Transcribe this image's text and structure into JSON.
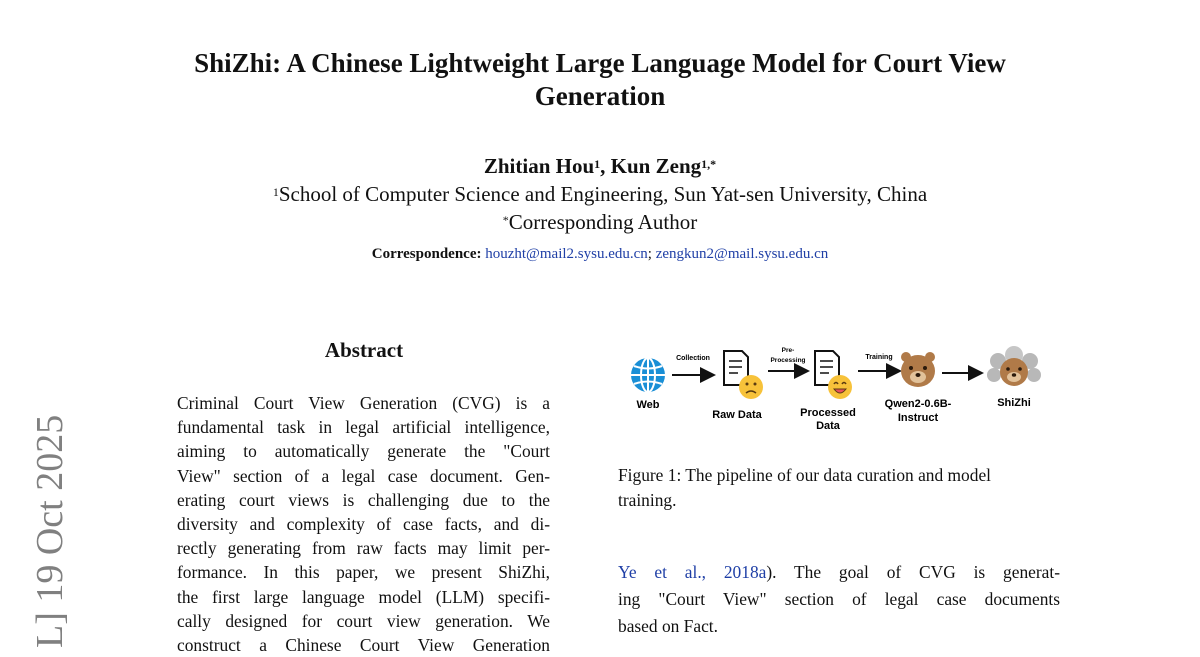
{
  "paper": {
    "title_line1": "ShiZhi: A Chinese Lightweight Large Language Model for Court View",
    "title_line2": "Generation",
    "authors": [
      {
        "name": "Zhitian Hou",
        "sup": "1"
      },
      {
        "name": "Kun Zeng",
        "sup": "1,*"
      }
    ],
    "author_separator": ", ",
    "affiliation": {
      "sup": "1",
      "text": "School of Computer Science and Engineering, Sun Yat-sen University, China"
    },
    "corresponding": {
      "sup": "*",
      "text": "Corresponding Author"
    },
    "correspondence": {
      "label": "Correspondence:",
      "email1": "houzht@mail2.sysu.edu.cn",
      "separator": ";",
      "email2": "zengkun2@mail.sysu.edu.cn"
    },
    "arxiv_stamp": "L]  19 Oct 2025"
  },
  "abstract": {
    "heading": "Abstract",
    "lines": [
      "Criminal Court View Generation (CVG) is a",
      "fundamental task in legal artificial intelligence,",
      "aiming to automatically generate the \"Court",
      "View\" section of a legal case document. Gen-",
      "erating court views is challenging due to the",
      "diversity and complexity of case facts, and di-",
      "rectly generating from raw facts may limit per-",
      "formance. In this paper, we present ShiZhi,",
      "the first large language model (LLM) specifi-",
      "cally designed for court view generation. We",
      "construct a Chinese Court View Generation"
    ]
  },
  "figure": {
    "nodes": [
      {
        "label": "Web"
      },
      {
        "label": "Raw Data"
      },
      {
        "label_line1": "Processed",
        "label_line2": "Data"
      },
      {
        "label_line1": "Qwen2-0.6B-",
        "label_line2": "Instruct"
      },
      {
        "label": "ShiZhi"
      }
    ],
    "edges": [
      {
        "label": "Collection"
      },
      {
        "label_line1": "Pre-",
        "label_line2": "Processing"
      },
      {
        "label": "Training"
      }
    ],
    "caption_line1": "Figure 1: The pipeline of our data curation and model",
    "caption_line2": "training."
  },
  "body": {
    "cite": "Ye et al., 2018a",
    "line1_pre": "",
    "line1_post": ").  The goal of CVG is generat-",
    "line2": "ing \"Court View\" section of legal case documents",
    "line3": "based on Fact."
  },
  "colors": {
    "link": "#1f3fa6",
    "globe": "#1a8fd6",
    "emoji": "#f7c23a",
    "bear": "#b07a48",
    "stamp": "#808080"
  }
}
